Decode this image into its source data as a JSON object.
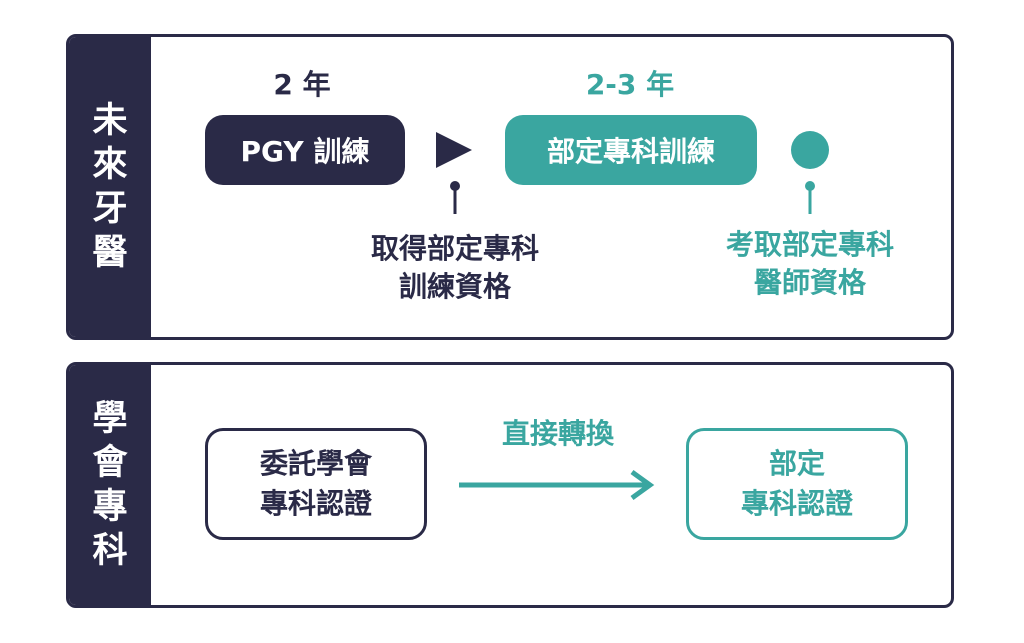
{
  "colors": {
    "navy": "#2a2a47",
    "teal": "#3aa6a0",
    "background": "#ffffff"
  },
  "future": {
    "side_label": "未來牙醫",
    "duration_pgy": "2 年",
    "duration_specialty": "2-3 年",
    "pgy_label": "PGY 訓練",
    "specialty_training_label": "部定專科訓練",
    "milestone_1": "取得部定專科\n訓練資格",
    "milestone_2": "考取部定專科\n醫師資格",
    "icons": {
      "arrow": "play-triangle-icon",
      "end_marker": "circle-dot-icon"
    }
  },
  "society": {
    "side_label": "學會專科",
    "source_label": "委託學會\n專科認證",
    "transition_label": "直接轉換",
    "target_label": "部定\n專科認證",
    "icons": {
      "arrow": "long-arrow-right-icon"
    }
  }
}
